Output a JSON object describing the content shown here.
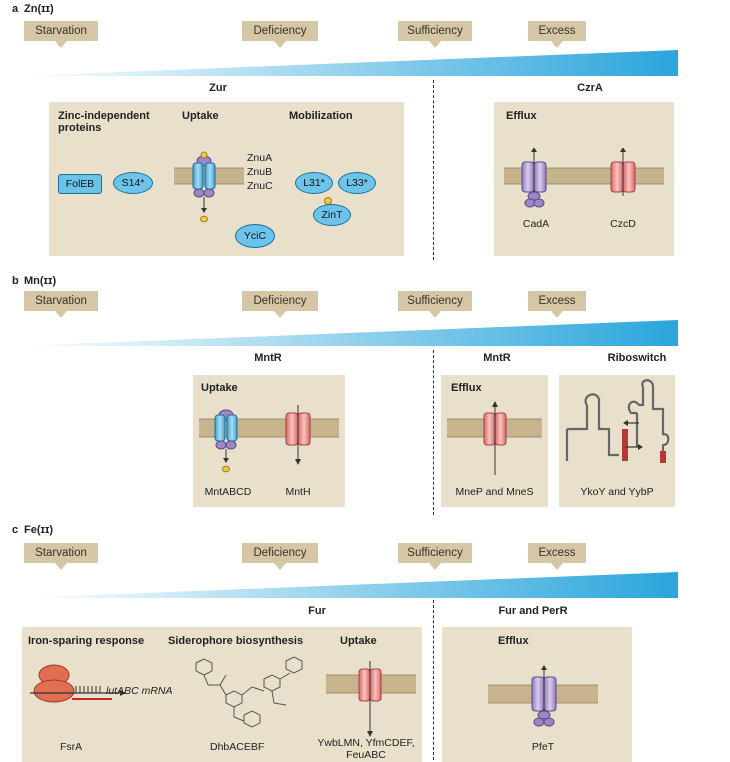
{
  "panel_a": {
    "letter": "a",
    "metal": "Zn(ɪɪ)",
    "stages": [
      "Starvation",
      "Deficiency",
      "Sufficiency",
      "Excess"
    ],
    "regulator_left": "Zur",
    "regulator_right": "CzrA",
    "groups": {
      "zinc_independent": "Zinc-independent proteins",
      "uptake": "Uptake",
      "mobilization": "Mobilization",
      "efflux": "Efflux"
    },
    "proteins": {
      "folEB": "FolEB",
      "s14": "S14*",
      "znuA": "ZnuA",
      "znuB": "ZnuB",
      "znuC": "ZnuC",
      "yciC": "YciC",
      "l31": "L31*",
      "l33": "L33*",
      "zinT": "ZinT",
      "cadA": "CadA",
      "czcD": "CzcD"
    }
  },
  "panel_b": {
    "letter": "b",
    "metal": "Mn(ɪɪ)",
    "stages": [
      "Starvation",
      "Deficiency",
      "Sufficiency",
      "Excess"
    ],
    "regulator_left": "MntR",
    "regulator_mid": "MntR",
    "regulator_right": "Riboswitch",
    "groups": {
      "uptake": "Uptake",
      "efflux": "Efflux"
    },
    "proteins": {
      "mntABCD": "MntABCD",
      "mntH": "MntH",
      "mneP": "MneP and MneS",
      "ykoY": "YkoY and YybP"
    }
  },
  "panel_c": {
    "letter": "c",
    "metal": "Fe(ɪɪ)",
    "stages": [
      "Starvation",
      "Deficiency",
      "Sufficiency",
      "Excess"
    ],
    "regulator_left": "Fur",
    "regulator_right": "Fur and PerR",
    "groups": {
      "iron_sparing": "Iron-sparing response",
      "siderophore": "Siderophore biosynthesis",
      "uptake": "Uptake",
      "efflux": "Efflux"
    },
    "proteins": {
      "mrna": "lutABC mRNA",
      "fsrA": "FsrA",
      "dhb": "DhbACEBF",
      "ywb": "YwbLMN, YfmCDEF,",
      "feu": "FeuABC",
      "pfeT": "PfeT"
    }
  },
  "colors": {
    "tag": "#d5c6a6",
    "box": "#e9e0cc",
    "wedge_start": "#ffffff",
    "wedge_end": "#2aa5dc",
    "uptake_blue": "#6cc4ea",
    "efflux_purple": "#b8a4d6",
    "efflux_red": "#ef8f8c"
  }
}
